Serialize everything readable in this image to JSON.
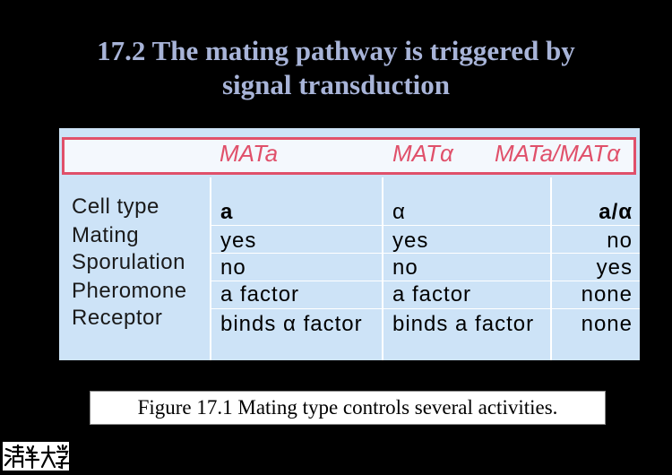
{
  "title": {
    "line1": "17.2 The mating pathway is triggered by",
    "line2": "signal transduction"
  },
  "table": {
    "headers": [
      "MATa",
      "MATα",
      "MATa/MATα"
    ],
    "rows": [
      {
        "label": "Cell type",
        "mata": "a",
        "matalpha": "α",
        "diploid": "a/α"
      },
      {
        "label": "Mating",
        "mata": "yes",
        "matalpha": "yes",
        "diploid": "no"
      },
      {
        "label": "Sporulation",
        "mata": "no",
        "matalpha": "no",
        "diploid": "yes"
      },
      {
        "label": "Pheromone",
        "mata": "a factor",
        "matalpha": "a factor",
        "diploid": "none"
      },
      {
        "label": "Receptor",
        "mata": "binds α factor",
        "matalpha": "binds a factor",
        "diploid": "none"
      }
    ]
  },
  "caption": "Figure 17.1 Mating type controls several activities.",
  "colors": {
    "title": "#a8b4d8",
    "header_accent": "#e0506a",
    "table_bg": "#cde3f7",
    "background": "#000000"
  }
}
